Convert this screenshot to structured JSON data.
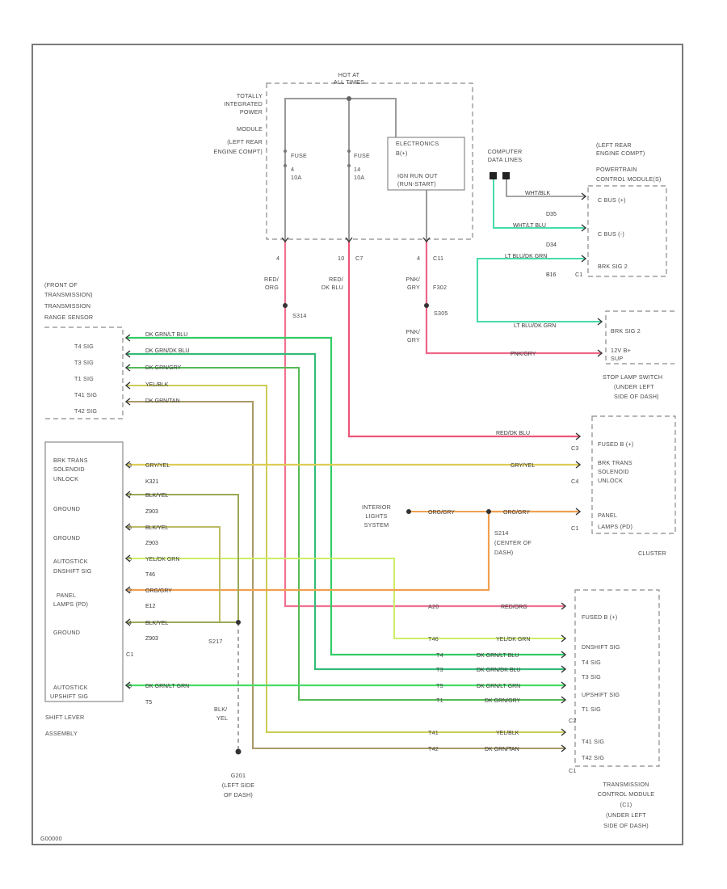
{
  "colors": {
    "pink": "#ee5577",
    "green": "#33cc66",
    "teal": "#44ddaa",
    "yellow": "#dddd55",
    "olive": "#99bb55",
    "orange": "#f0a050",
    "gold": "#d8c050",
    "dkgreen": "#55aa44",
    "tan": "#aa9966",
    "gray": "#9a9a9a"
  },
  "footer_code": "G00000",
  "pdm": {
    "title": [
      "TOTALLY",
      "INTEGRATED",
      "POWER",
      "MODULE",
      "(LEFT REAR",
      "ENGINE COMPT)"
    ],
    "hot": [
      "HOT AT",
      "ALL TIMES"
    ],
    "fuse1": [
      "FUSE",
      "4",
      "10A"
    ],
    "fuse2": [
      "FUSE",
      "14",
      "10A"
    ],
    "relay": [
      "ELECTRONICS",
      "B(+)",
      "IGN RUN OUT",
      "(RUN-START)"
    ],
    "pin_a": "4",
    "pin_b": "10",
    "pin_b2": "C7",
    "pin_c": "4",
    "pin_c2": "C11"
  },
  "splices": {
    "s1_wire": [
      "RED/",
      "ORG"
    ],
    "s1": "S314",
    "s2_wire": [
      "RED/",
      "DK BLU"
    ],
    "s3_wire": [
      "PNK/",
      "GRY"
    ],
    "s3_code": "F302",
    "s3": "S305",
    "s3_wire2": [
      "PNK/",
      "GRY"
    ]
  },
  "computer": [
    "COMPUTER",
    "DATA LINES"
  ],
  "pcm": {
    "title": [
      "(LEFT REAR",
      "ENGINE COMPT)",
      "POWERTRAIN",
      "CONTROL MODULE(S)"
    ],
    "w1": "WHT/BLK",
    "p1": "C BUS (+)",
    "w2": "D35",
    "w3": "WHT/LT BLU",
    "p2": "C BUS (-)",
    "w4": "D34",
    "w5": "LT BLU/DK GRN",
    "p3": "BRK SIG 2",
    "w6": "B16",
    "conn": "C1"
  },
  "stoplamp": {
    "w1": "LT BLU/DK GRN",
    "p1": "BRK SIG 2",
    "w2": "PNK/GRY",
    "p2": [
      "12V B+",
      "SUP"
    ],
    "title": [
      "STOP LAMP SWITCH",
      "(UNDER LEFT",
      "SIDE OF DASH)"
    ]
  },
  "trs": {
    "title": [
      "(FRONT OF",
      "TRANSMISSION)",
      "TRANSMISSION",
      "RANGE SENSOR"
    ],
    "pins": [
      "T4 SIG",
      "T3 SIG",
      "T1 SIG",
      "T41 SIG",
      "T42 SIG"
    ],
    "wires": [
      "DK GRN/LT BLU",
      "DK GRN/DK BLU",
      "DK GRN/GRY",
      "YEL/BLK",
      "DK GRN/TAN"
    ]
  },
  "cluster": {
    "wire_top": "RED/DK BLU",
    "c3": "C3",
    "p1": "FUSED B (+)",
    "wire_mid": "GRY/YEL",
    "p2": [
      "BRK TRANS",
      "SOLENOID",
      "UNLOCK"
    ],
    "c4": "C4",
    "wire_lamps": "ORG/GRY",
    "p3": [
      "PANEL",
      "LAMPS (PD)"
    ],
    "c1": "C1",
    "title": "CLUSTER"
  },
  "interior": {
    "title": [
      "INTERIOR",
      "LIGHTS",
      "SYSTEM"
    ],
    "w1": "ORG/GRY",
    "w2": "ORG/GRY",
    "splice": [
      "S214",
      "(CENTER OF",
      "DASH)"
    ]
  },
  "shifter": {
    "pins": [
      "BRK TRANS",
      "SOLENOID",
      "UNLOCK",
      "GROUND",
      "GROUND",
      "AUTOSTICK",
      "DNSHIFT SIG",
      "PANEL",
      "LAMPS (PD)",
      "GROUND",
      "AUTOSTICK",
      "UPSHIFT SIG"
    ],
    "wires": [
      "GRY/YEL",
      "K321",
      "BLK/YEL",
      "Z903",
      "BLK/YEL",
      "Z903",
      "YEL/DK GRN",
      "T46",
      "ORG/GRY",
      "E12",
      "BLK/YEL",
      "Z903",
      "DK GRN/LT GRN",
      "T5"
    ],
    "pinnums": [
      "3",
      "7",
      "6",
      "5",
      "2",
      "4",
      "8"
    ],
    "title": [
      "SHIFT LEVER",
      "ASSEMBLY"
    ],
    "conn": "C1"
  },
  "ground": {
    "splice": "S217",
    "wire": [
      "BLK/",
      "YEL"
    ],
    "label": [
      "G201",
      "(LEFT SIDE",
      "OF DASH)"
    ]
  },
  "tcm": {
    "wires": [
      "RED/ORG",
      "YEL/DK GRN",
      "DK GRN/LT BLU",
      "DK GRN/DK BLU",
      "DK GRN/LT GRN",
      "DK GRN/GRY",
      "YEL/BLK",
      "DK GRN/TAN"
    ],
    "codes": [
      "A20",
      "T46",
      "T4",
      "T3",
      "T5",
      "T1",
      "T41",
      "T42"
    ],
    "pins": [
      "FUSED B (+)",
      "DNSHIFT SIG",
      "T4 SIG",
      "T3 SIG",
      "UPSHIFT SIG",
      "T1 SIG",
      "T41 SIG",
      "T42 SIG"
    ],
    "c2": "C2",
    "c1": "C1",
    "title": [
      "TRANSMISSION",
      "CONTROL MODULE",
      "(C1)",
      "(UNDER LEFT",
      "SIDE OF DASH)"
    ]
  }
}
